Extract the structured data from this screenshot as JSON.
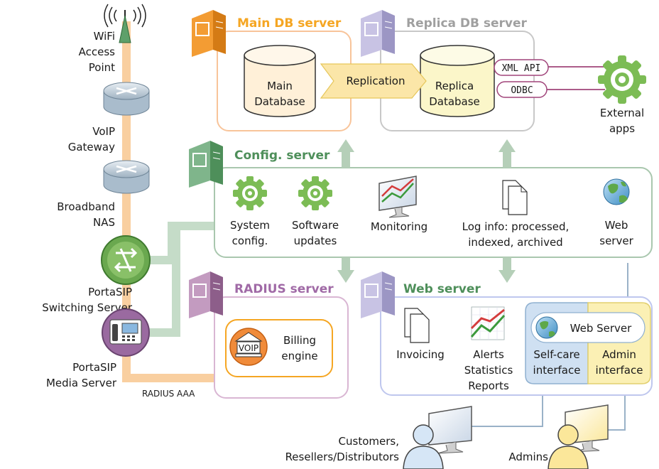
{
  "colors": {
    "main_db": "#f5a623",
    "replica_db": "#a0a0a0",
    "config": "#4e8f5a",
    "radius": "#a06aa6",
    "web": "#4e8f5a",
    "link_orange": "#f9cfa0",
    "link_green": "#c5dcc8"
  },
  "network": {
    "wifi": [
      "WiFi",
      "Access",
      "Point"
    ],
    "voip": [
      "VoIP",
      "Gateway"
    ],
    "nas": [
      "Broadband",
      "NAS"
    ],
    "switching": [
      "PortaSIP",
      "Switching Server"
    ],
    "media": [
      "PortaSIP",
      "Media Server"
    ],
    "radius_aaa": "RADIUS AAA"
  },
  "main_db": {
    "title": "Main DB server",
    "database": [
      "Main",
      "Database"
    ]
  },
  "replica_db": {
    "title": "Replica DB server",
    "database": [
      "Replica",
      "Database"
    ],
    "xml_api": "XML API",
    "odbc": "ODBC"
  },
  "replication": "Replication",
  "external_apps": [
    "External",
    "apps"
  ],
  "config": {
    "title": "Config. server",
    "system": [
      "System",
      "config."
    ],
    "software": [
      "Software",
      "updates"
    ],
    "monitoring": "Monitoring",
    "log": [
      "Log info: processed,",
      "indexed, archived"
    ],
    "web": [
      "Web",
      "server"
    ]
  },
  "radius": {
    "title": "RADIUS server",
    "billing": [
      "Billing",
      "engine"
    ],
    "voip_badge": "VOIP"
  },
  "web": {
    "title": "Web server",
    "invoicing": "Invoicing",
    "alerts": [
      "Alerts",
      "Statistics",
      "Reports"
    ],
    "web_server": "Web Server",
    "selfcare": [
      "Self-care",
      "interface"
    ],
    "admin": [
      "Admin",
      "interface"
    ]
  },
  "users": {
    "customers": [
      "Customers,",
      "Resellers/Distributors"
    ],
    "admins": "Admins"
  }
}
